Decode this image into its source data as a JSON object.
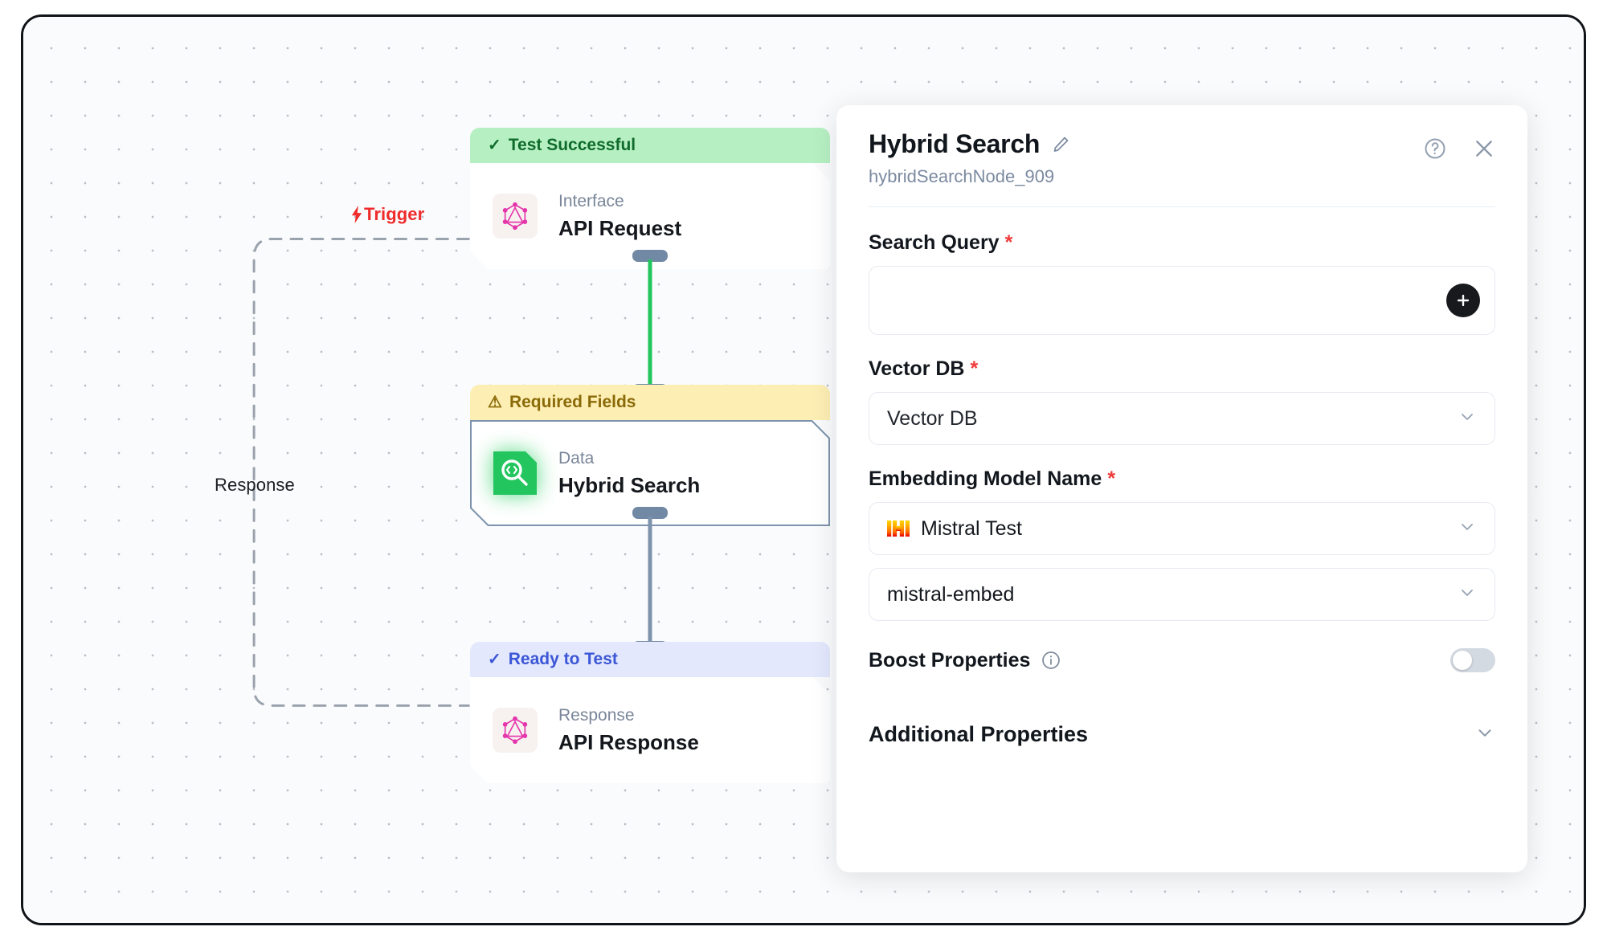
{
  "canvas": {
    "edges": [
      {
        "id": "trigger",
        "label": "Trigger",
        "color": "#ef2b2b",
        "icon": "bolt-icon"
      },
      {
        "id": "response",
        "label": "Response",
        "color": "#1a1d21"
      }
    ],
    "nodes": [
      {
        "id": "node-api-request",
        "status": "Test Successful",
        "status_type": "success",
        "status_glyph": "✓",
        "kind": "Interface",
        "title": "API Request",
        "icon": "graphql-icon"
      },
      {
        "id": "node-hybrid-search",
        "status": "Required Fields",
        "status_type": "warning",
        "status_glyph": "⚠",
        "kind": "Data",
        "title": "Hybrid Search",
        "icon": "hybrid-search-icon",
        "selected": true
      },
      {
        "id": "node-api-response",
        "status": "Ready to Test",
        "status_type": "info",
        "status_glyph": "✓",
        "kind": "Response",
        "title": "API Response",
        "icon": "graphql-icon"
      }
    ],
    "connectors": [
      {
        "id": "conn-1",
        "color": "#22c55e",
        "state": "active"
      },
      {
        "id": "conn-2",
        "color": "#7d93ad",
        "state": "default"
      }
    ]
  },
  "panel": {
    "title": "Hybrid Search",
    "subtitle": "hybridSearchNode_909",
    "edit_icon": "pencil-icon",
    "help_icon": "help-circle-icon",
    "close_icon": "close-icon",
    "fields": {
      "search_query": {
        "label": "Search Query",
        "required": true,
        "required_marker": "*",
        "value": "",
        "placeholder": "",
        "add_button_icon": "plus-icon"
      },
      "vector_db": {
        "label": "Vector DB",
        "required": true,
        "required_marker": "*",
        "value": "Vector DB",
        "chevron_icon": "chevron-down-icon"
      },
      "embedding_model": {
        "label": "Embedding Model Name",
        "required": true,
        "required_marker": "*",
        "connection_value": "Mistral Test",
        "connection_icon": "mistral-icon",
        "model_value": "mistral-embed",
        "chevron_icon": "chevron-down-icon"
      },
      "boost_properties": {
        "label": "Boost Properties",
        "info_icon": "info-circle-icon",
        "enabled": false
      },
      "additional_properties": {
        "label": "Additional Properties",
        "chevron_icon": "chevron-down-icon",
        "expanded": false
      }
    }
  },
  "colors": {
    "accent_green": "#22c55e",
    "status_success_bg": "#b6f0c2",
    "status_warning_bg": "#fdeeb3",
    "status_info_bg": "#e3e8fd",
    "required_red": "#ef3b3b",
    "trigger_red": "#ef2b2b",
    "slate": "#7d93ad"
  }
}
